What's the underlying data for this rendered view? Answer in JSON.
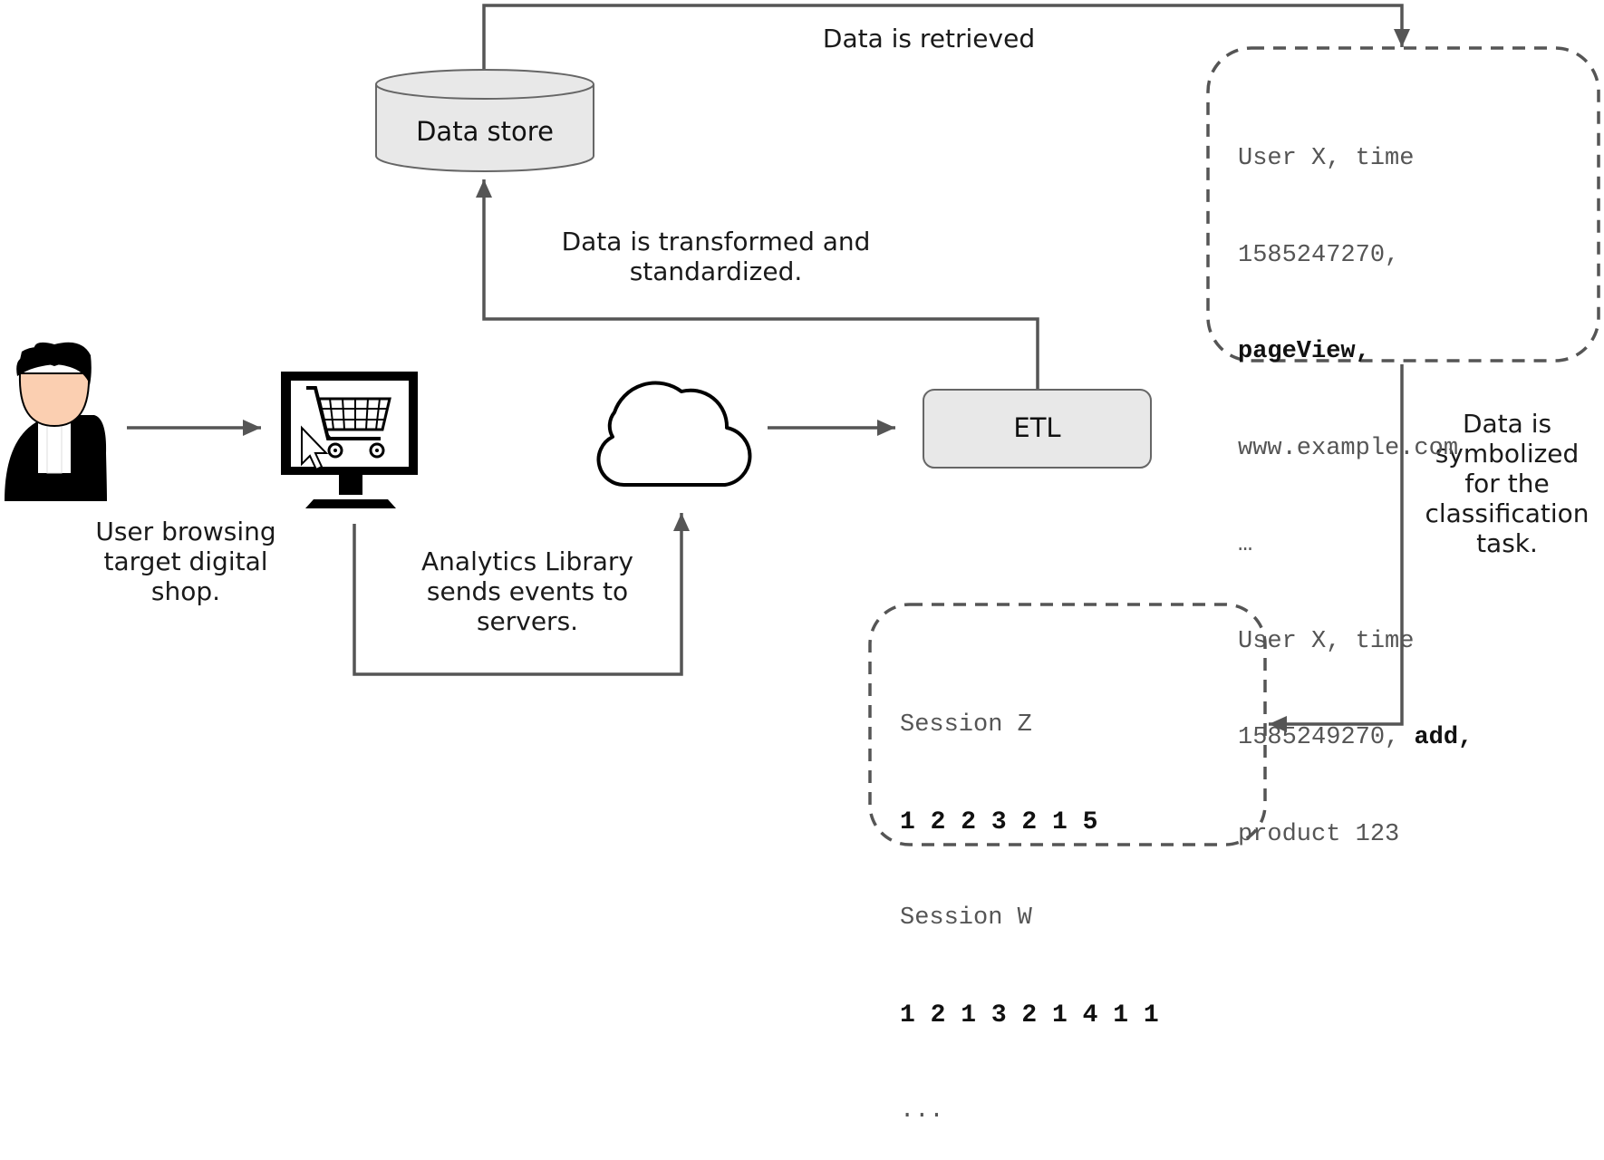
{
  "labels": {
    "data_retrieved": "Data is retrieved",
    "data_transformed_1": "Data is transformed and",
    "data_transformed_2": "standardized.",
    "user_1": "User browsing",
    "user_2": "target digital",
    "user_3": "shop.",
    "analytics_1": "Analytics Library",
    "analytics_2": "sends events to",
    "analytics_3": "servers.",
    "symbolized_1": "Data is",
    "symbolized_2": "symbolized",
    "symbolized_3": "for the",
    "symbolized_4": "classification",
    "symbolized_5": "task."
  },
  "nodes": {
    "data_store": "Data store",
    "etl": "ETL"
  },
  "raw_events": {
    "l1": "User X, time",
    "l2": "1585247270,",
    "l3_bold": "pageView",
    "l3_rest": ",",
    "l4": "www.example.com",
    "l5": "…",
    "l6": "User X, time",
    "l7_pre": "1585249270, ",
    "l7_bold": "add",
    "l7_rest": ",",
    "l8": "product 123"
  },
  "sessions": {
    "s1_name": "Session Z",
    "s1_seq": "1 2 2 3 2 1 5",
    "s2_name": "Session W",
    "s2_seq": "1 2 1 3 2 1 4 1 1",
    "more": "..."
  },
  "colors": {
    "line": "#555555",
    "box_fill": "#e8e8e8",
    "box_stroke": "#666666",
    "skin": "#fbcfb1"
  },
  "icons": [
    "user-icon",
    "shopping-cart-monitor-icon",
    "cloud-icon",
    "database-cylinder-icon"
  ]
}
